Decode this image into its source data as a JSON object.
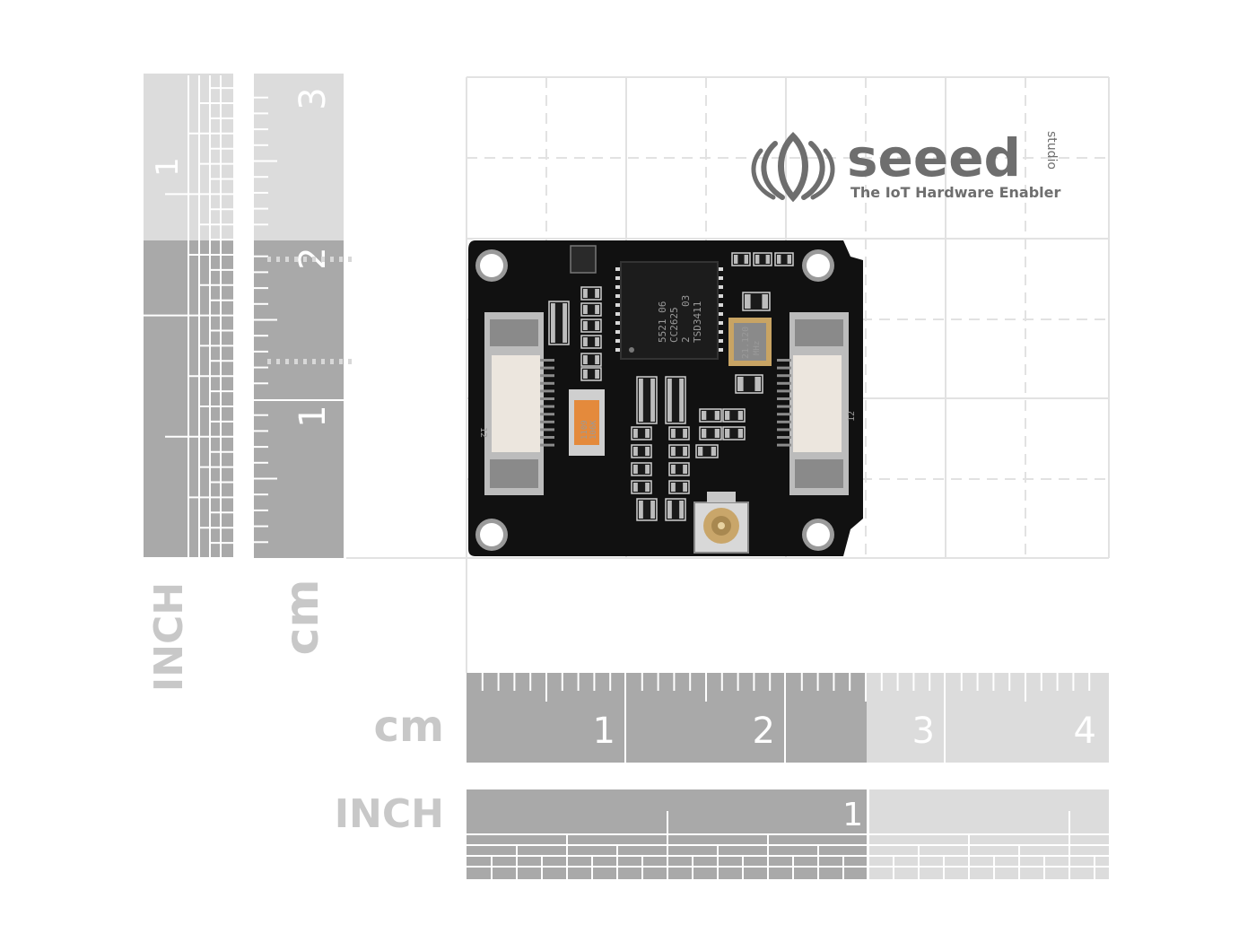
{
  "logo": {
    "brand": "seeed",
    "studio": "studio",
    "tagline": "The IoT Hardware Enabler"
  },
  "vertical_ruler": {
    "inch_label": "INCH",
    "cm_label": "cm",
    "inch_numbers": [
      "1"
    ],
    "cm_numbers": [
      "3",
      "2",
      "1"
    ]
  },
  "horizontal_ruler": {
    "cm_label": "cm",
    "inch_label": "INCH",
    "cm_numbers": [
      "1",
      "2",
      "3",
      "4"
    ],
    "inch_numbers": [
      "1"
    ]
  },
  "board": {
    "chip_lines": [
      "5521 06",
      "CC2625",
      "2",
      "03",
      "TSD3411"
    ],
    "crystal_lines": [
      "21.120",
      "MHz"
    ],
    "tantalum_lines": [
      "1109",
      "106K"
    ],
    "connector_marks": [
      "12",
      "12"
    ]
  },
  "colors": {
    "ruler_dark": "#a9a9a9",
    "ruler_light": "#dcdcdc",
    "grid": "#e2e2e2",
    "pcb": "#111111",
    "logo": "#6e6e6e"
  }
}
